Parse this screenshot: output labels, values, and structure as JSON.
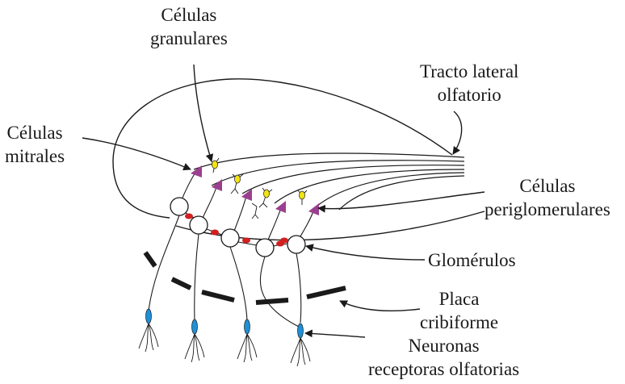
{
  "labels": {
    "granule_cells": [
      "Células",
      "granulares"
    ],
    "lateral_olfactory_tract": [
      "Tracto lateral",
      "olfatorio"
    ],
    "mitral_cells": [
      "Células",
      "mitrales"
    ],
    "periglomerular_cells": [
      "Células",
      "periglomerulares"
    ],
    "glomeruli": "Glomérulos",
    "cribriform_plate": [
      "Placa",
      "cribiforme"
    ],
    "receptor_neurons": [
      "Neuronas",
      "receptoras olfatorias"
    ]
  },
  "colors": {
    "line": "#1a1a1a",
    "mitral_cell": "#9b3f8f",
    "granule_cell": "#f2e313",
    "periglomerular_cell": "#d21f1f",
    "receptor_body": "#1f8fd6",
    "background": "#ffffff"
  }
}
